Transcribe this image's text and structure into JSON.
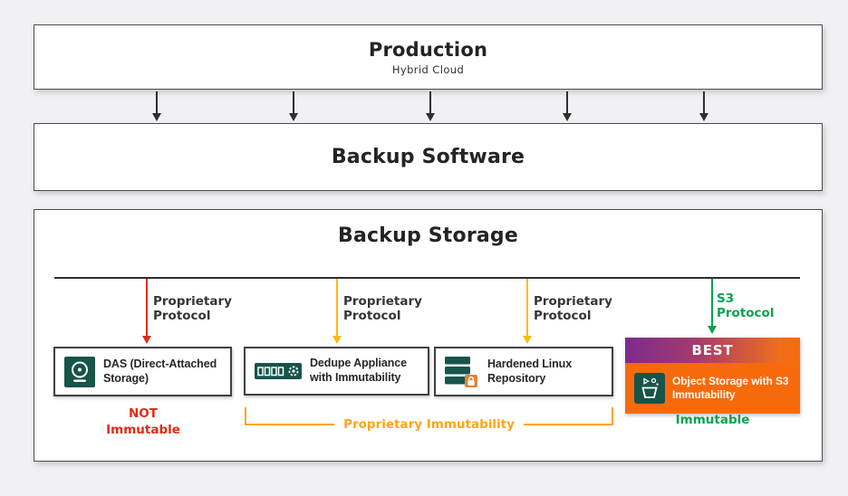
{
  "colors": {
    "background": "#f1f1f4",
    "box_border": "#4b4b52",
    "ink": "#232329",
    "label": "#34343c",
    "red": "#e02b17",
    "yellow": "#fdb913",
    "bracket_orange": "#ffa41c",
    "green": "#0aa24e",
    "purple": "#7c2b8d",
    "orange": "#f76a0c",
    "icon_teal": "#17544a"
  },
  "production": {
    "title": "Production",
    "subtitle": "Hybrid Cloud"
  },
  "backup_software": {
    "title": "Backup Software"
  },
  "backup_storage": {
    "title": "Backup Storage",
    "branches": [
      {
        "protocol": "Proprietary Protocol",
        "color": "red"
      },
      {
        "protocol": "Proprietary Protocol",
        "color": "yellow"
      },
      {
        "protocol": "Proprietary Protocol",
        "color": "yellow"
      },
      {
        "protocol": "S3 Protocol",
        "color": "green"
      }
    ],
    "options": [
      {
        "label": "DAS (Direct-Attached Storage)",
        "icon": "disk-drive-icon"
      },
      {
        "label": "Dedupe Appliance with Immutability",
        "icon": "dedupe-appliance-icon"
      },
      {
        "label": "Hardened Linux Repository",
        "icon": "hardened-repo-icon"
      },
      {
        "label": "Object Storage with S3 Immutability",
        "icon": "object-storage-bucket-icon",
        "badge": "BEST"
      }
    ],
    "footnotes": [
      {
        "text": "NOT Immutable",
        "color": "red"
      },
      {
        "text": "Proprietary Immutability",
        "color": "orange"
      },
      {
        "text": "Immutable",
        "color": "green"
      }
    ]
  }
}
